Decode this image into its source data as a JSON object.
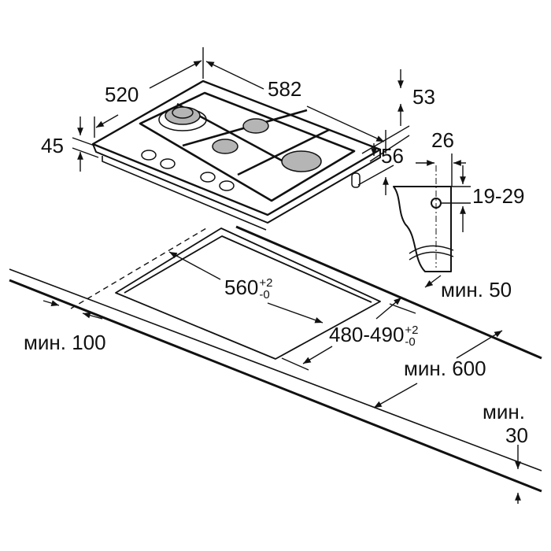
{
  "dimensions": {
    "depth": "520",
    "width": "582",
    "rear_offset": "53",
    "height": "45",
    "total_height": "56",
    "connector_offset": "26",
    "connector_height": "19-29",
    "cutout_width": "560",
    "cutout_width_tol_plus": "+2",
    "cutout_width_tol_minus": "-0",
    "cutout_depth": "480-490",
    "cutout_depth_tol_plus": "+2",
    "cutout_depth_tol_minus": "-0",
    "min_rear": "мин. 50",
    "min_side": "мин. 100",
    "min_depth": "мин. 600",
    "min_thickness_label": "мин.",
    "min_thickness_value": "30"
  }
}
